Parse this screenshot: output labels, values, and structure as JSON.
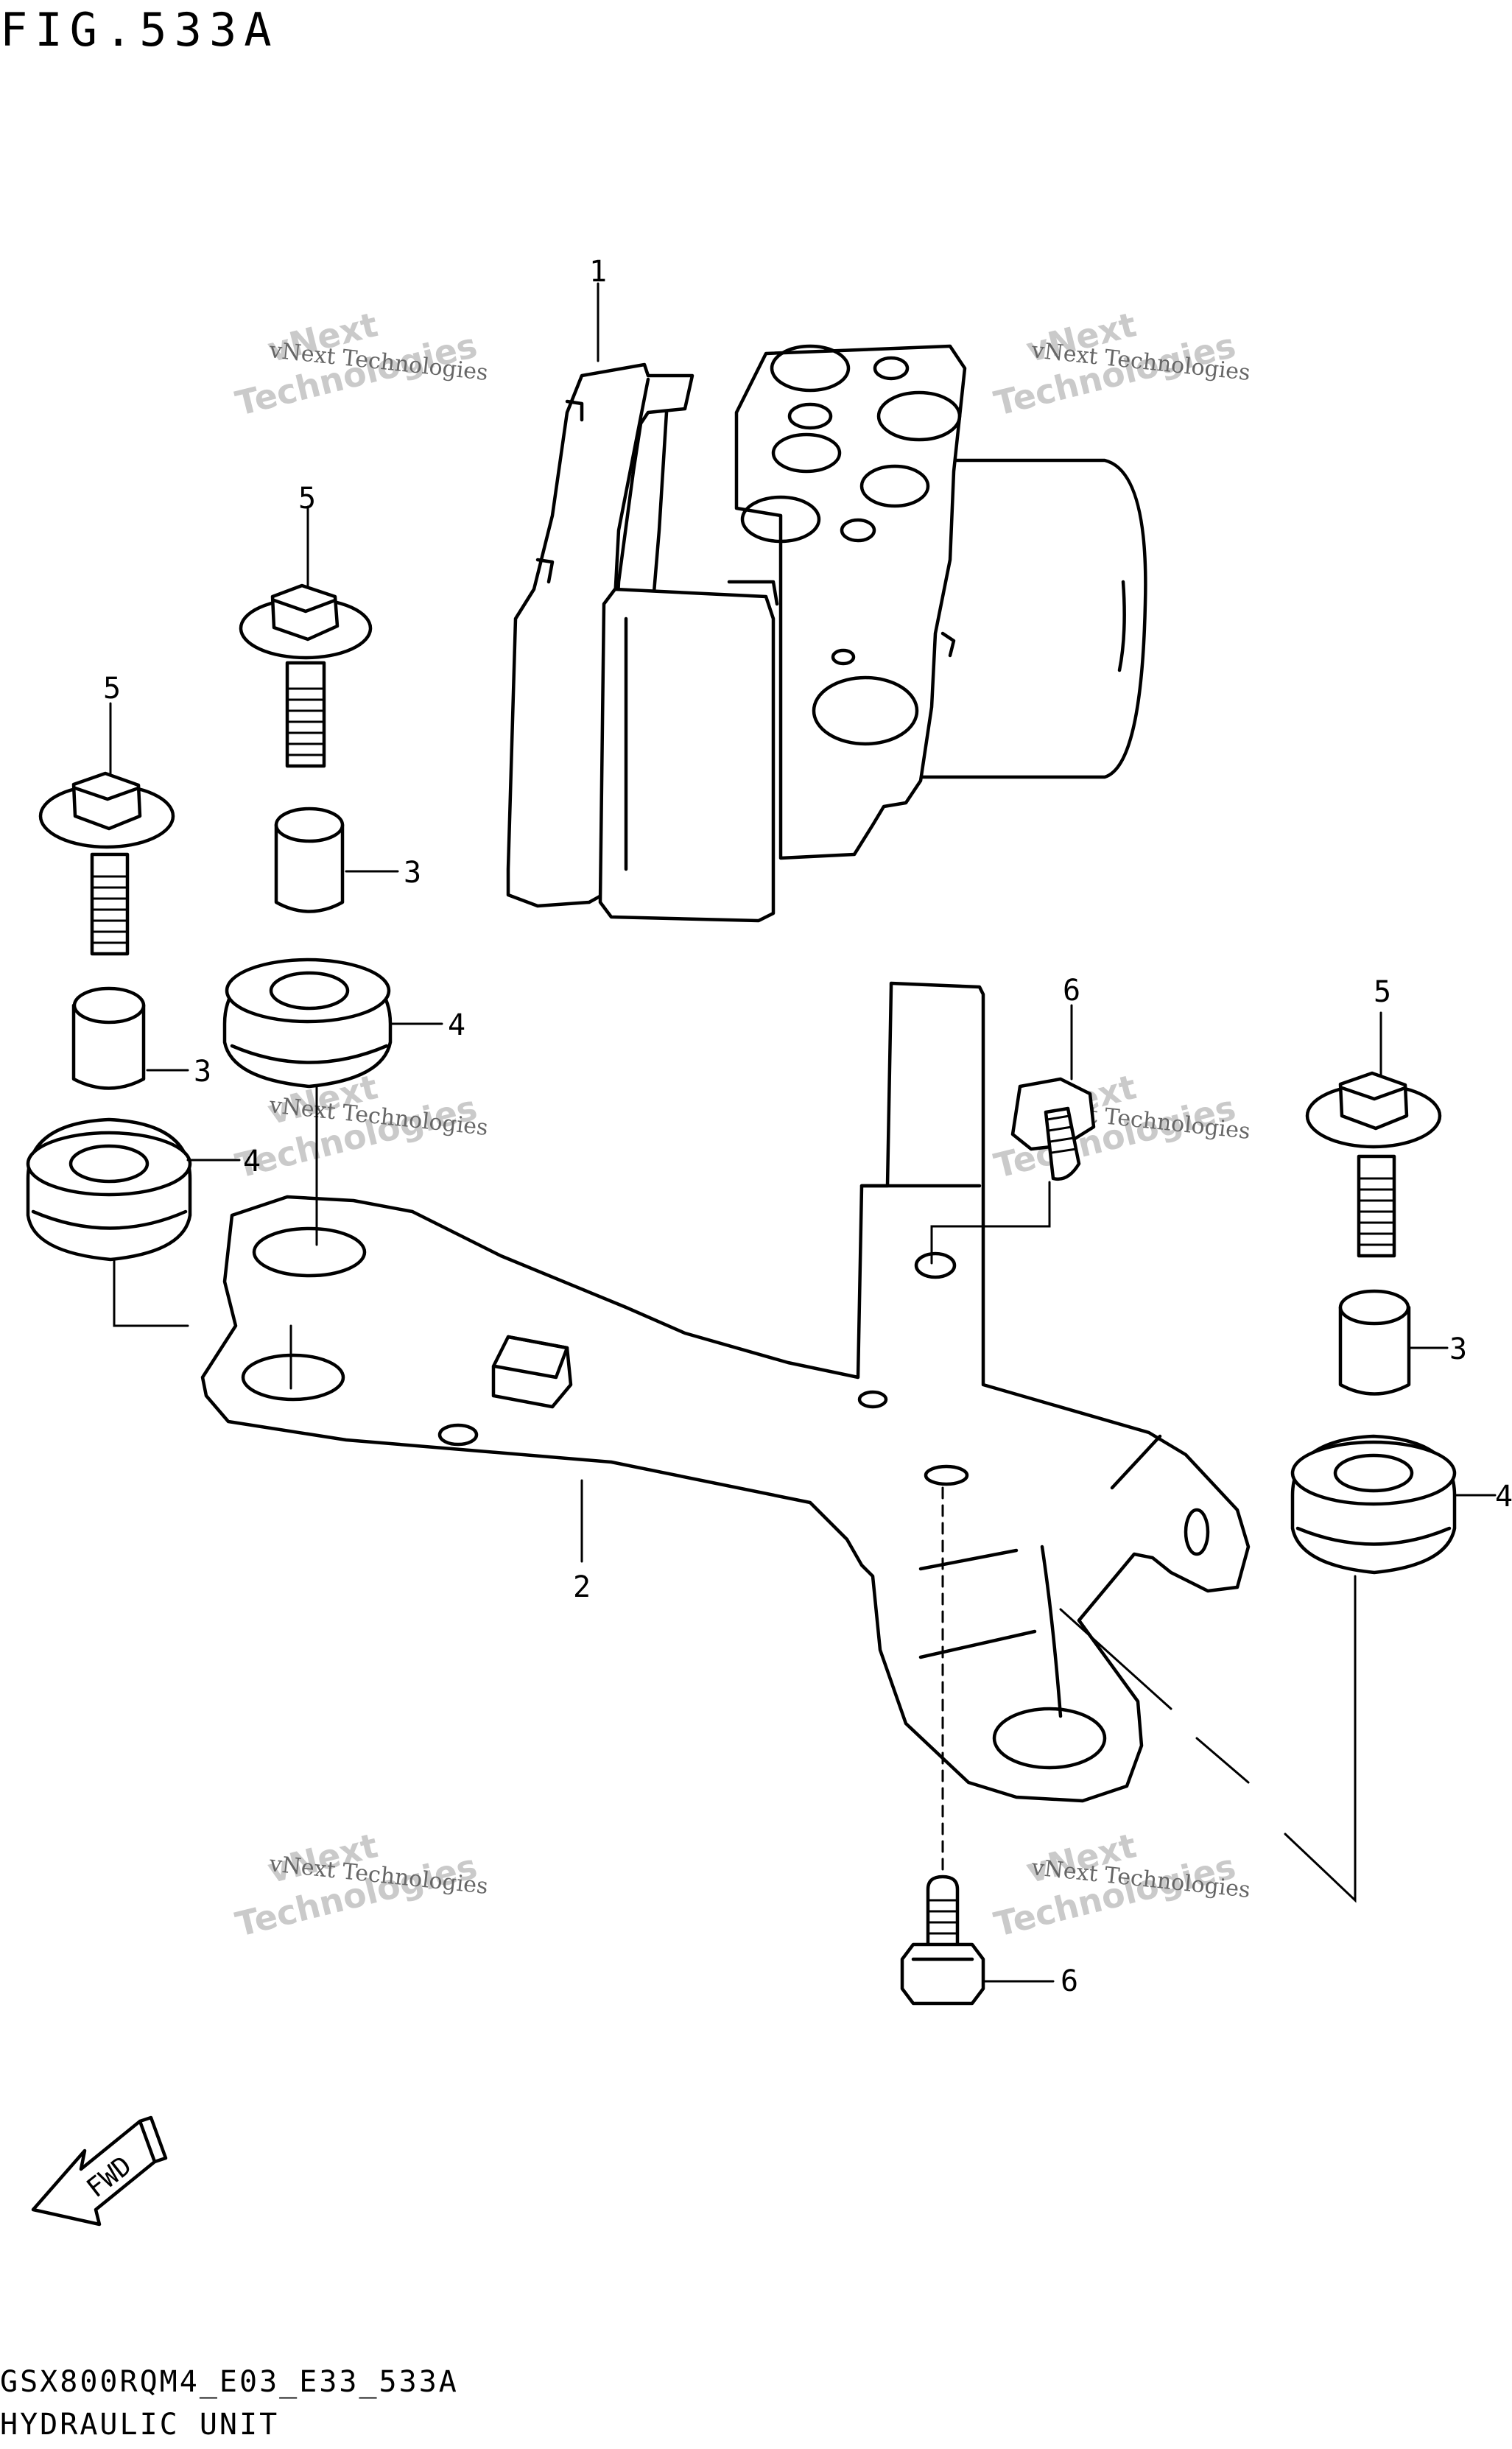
{
  "figure_title": "FIG.533A",
  "footer": {
    "model_code": "GSX800RQM4_E03_E33_533A",
    "caption": "HYDRAULIC UNIT"
  },
  "fwd_label": "FWD",
  "watermark": {
    "line1": "vNext Technologies",
    "line2": "vNext",
    "line3": "Technologies"
  },
  "callouts": {
    "c1": "1",
    "c2": "2",
    "c3a": "3",
    "c3b": "3",
    "c3c": "3",
    "c4a": "4",
    "c4b": "4",
    "c4c": "4",
    "c5a": "5",
    "c5b": "5",
    "c5c": "5",
    "c6a": "6",
    "c6b": "6"
  }
}
